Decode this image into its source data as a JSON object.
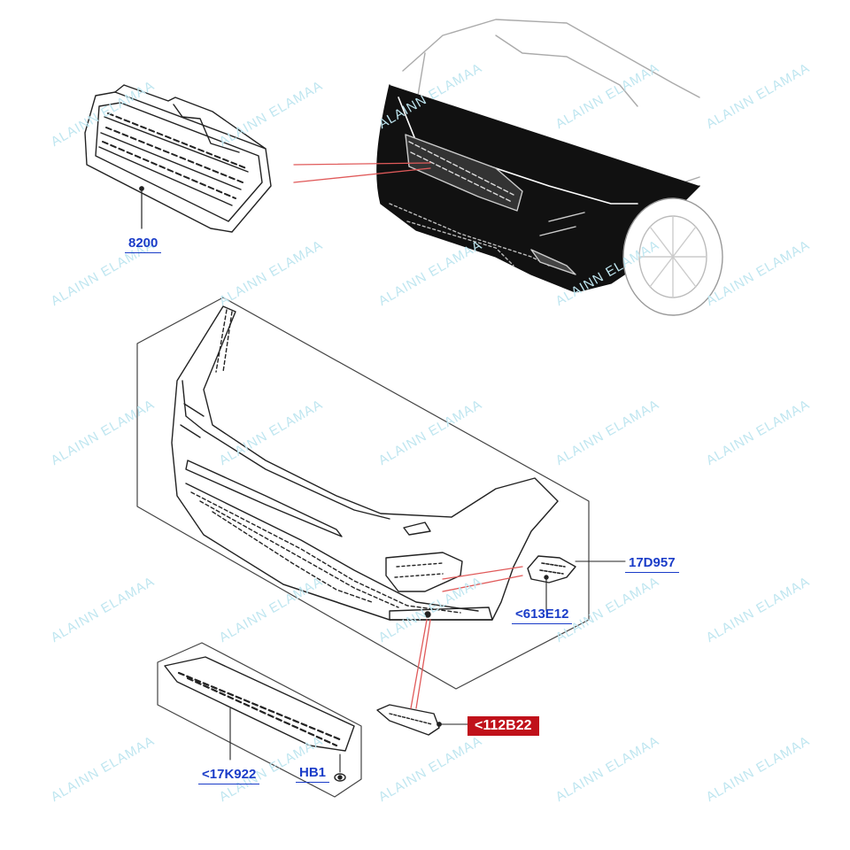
{
  "callouts": {
    "grille": "8200",
    "front_cover": "17D957",
    "fog_bezel": "<613E12",
    "tow_cover": "<112B22",
    "lower_bracket": "<17K922",
    "fastener": "HB1"
  },
  "watermark": "ALAINN ELAMAA",
  "colors": {
    "callout_blue": "#1a3cc8",
    "callout_red": "#c0111a",
    "leader_red": "#e05a5a",
    "line_art": "#222222",
    "watermark": "#bfe6f0"
  }
}
